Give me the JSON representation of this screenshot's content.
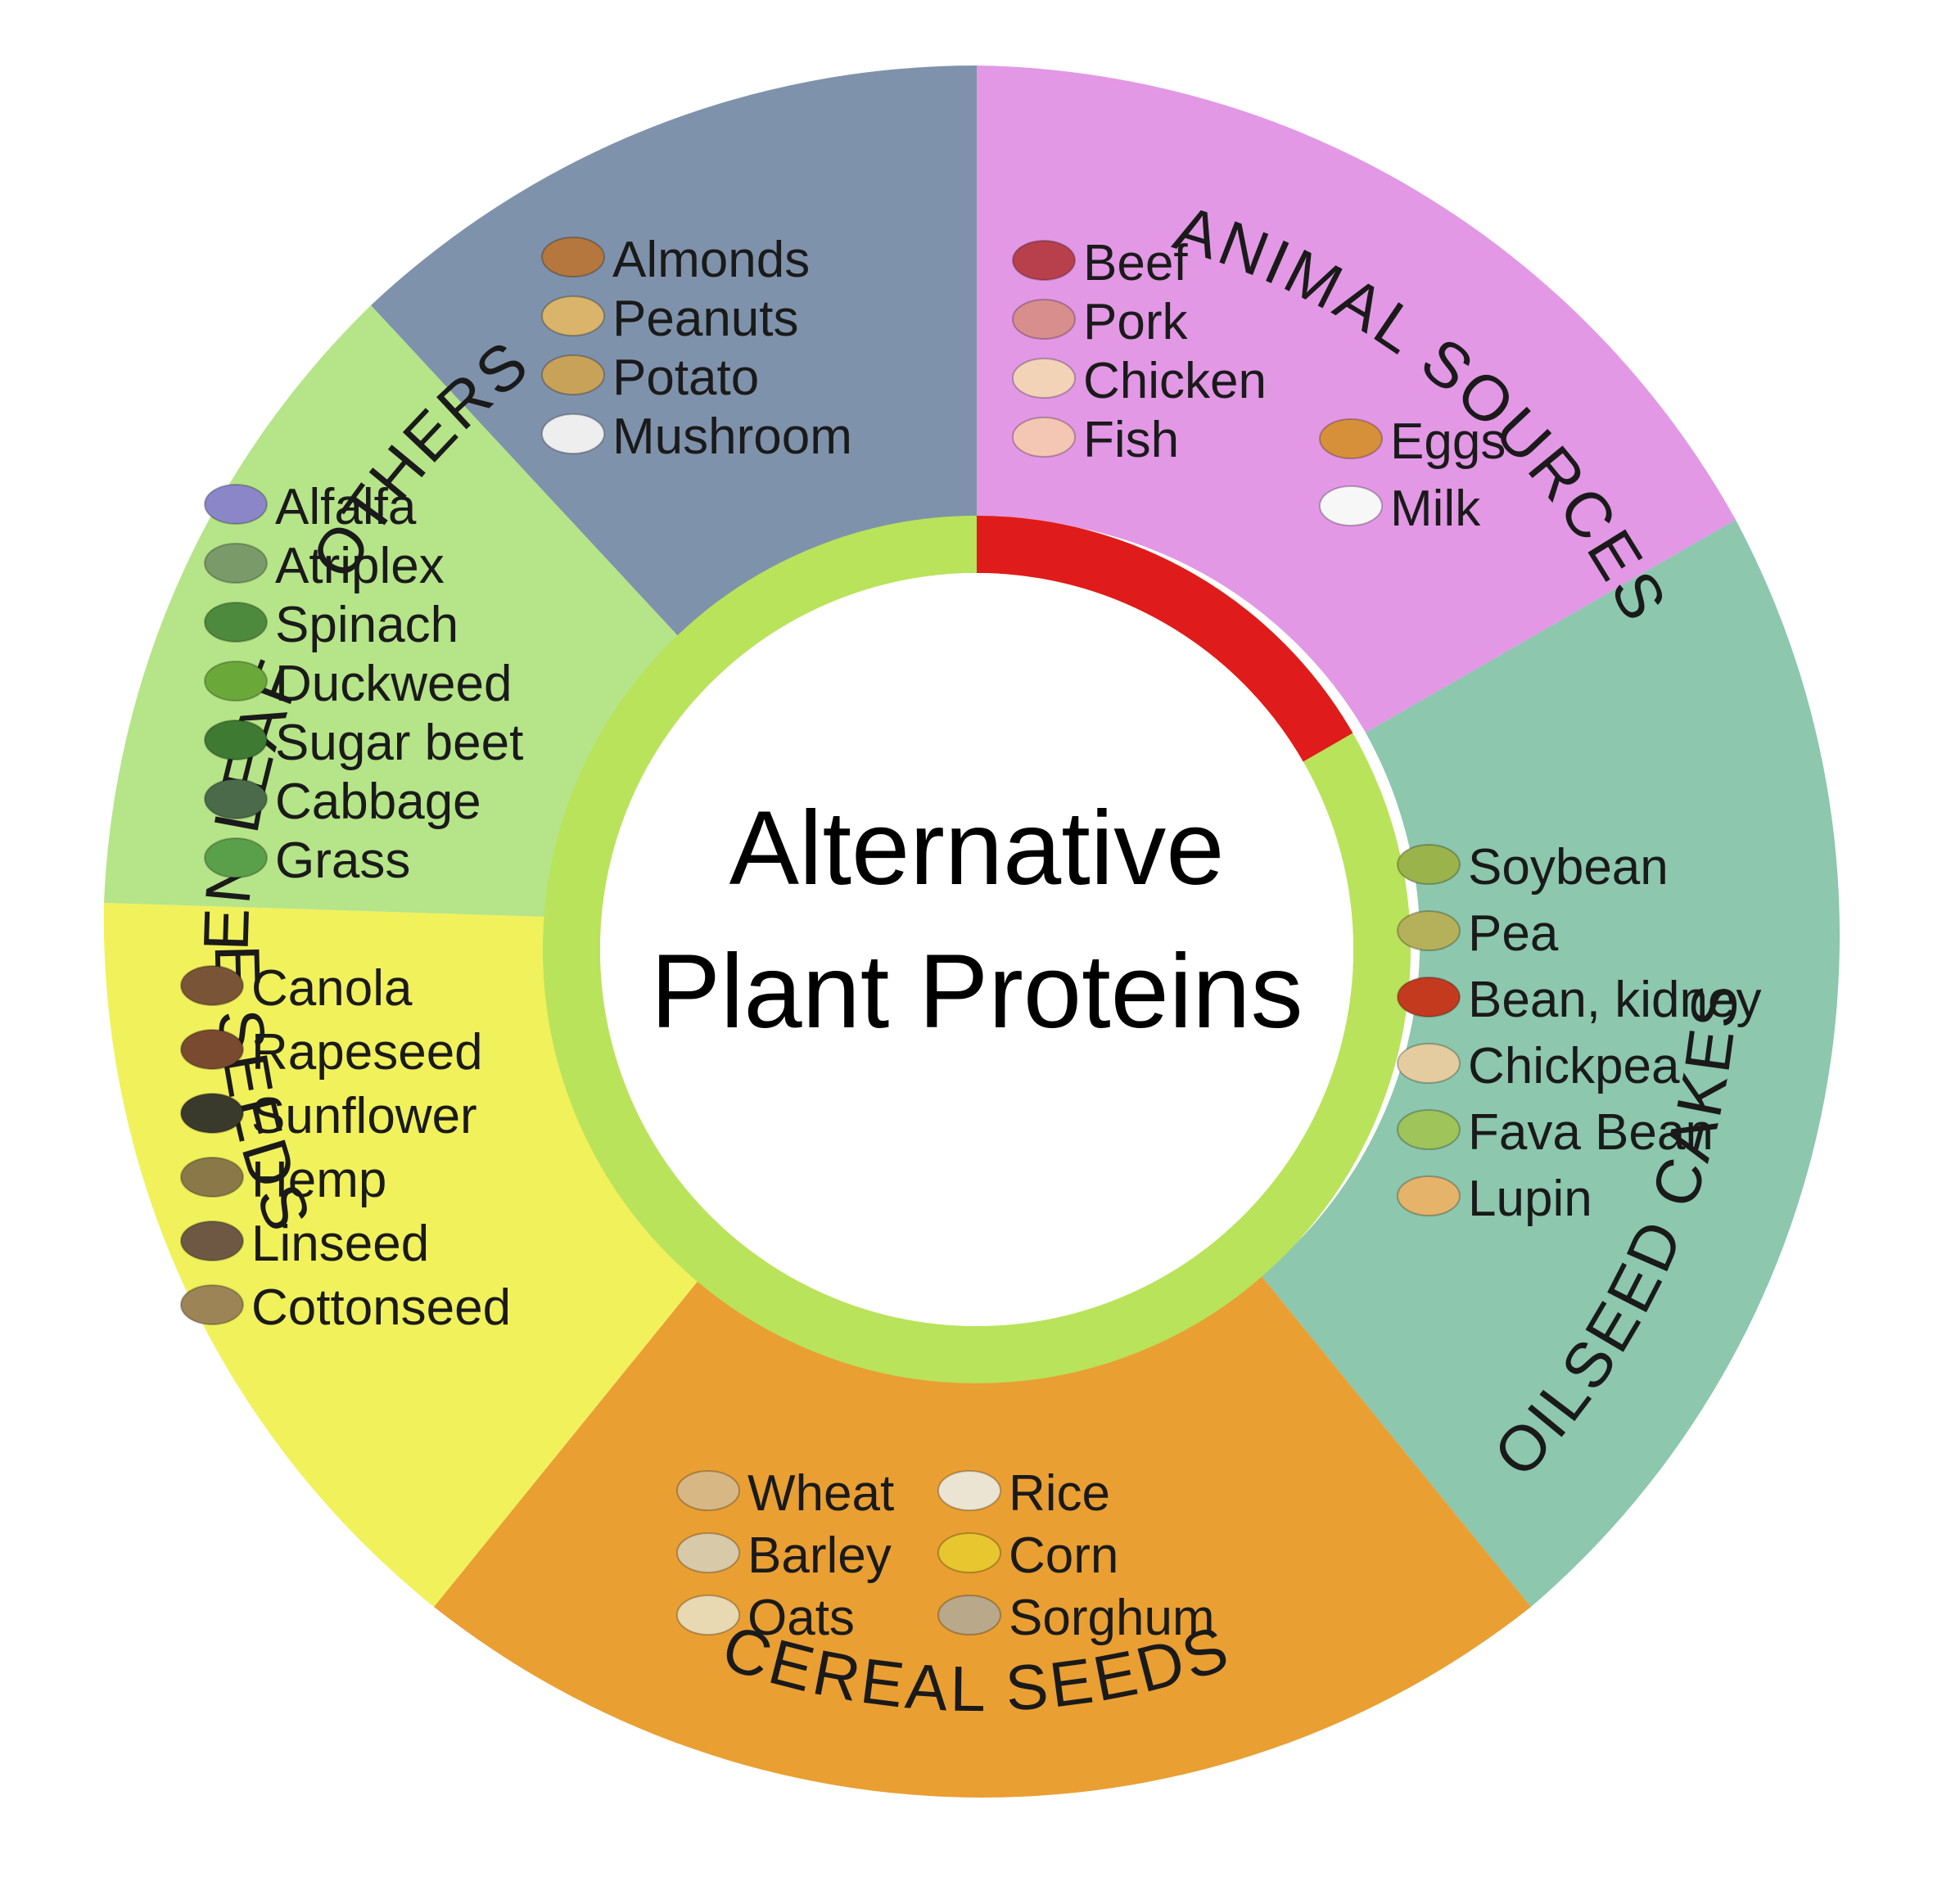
{
  "center_title": {
    "line1": "Alternative",
    "line2": "Plant Proteins"
  },
  "colors": {
    "inner_ring": "#b9e35a",
    "animal_ring": "#e01b1b",
    "others": "#7f92ab",
    "animal": "#e298e5",
    "legume": "#8cc7ae",
    "cereal": "#e99f32",
    "oilseed": "#f1f15c",
    "green_leaf": "#b6e488"
  },
  "categories": {
    "others": {
      "label": "OTHERS",
      "items": [
        "Almonds",
        "Peanuts",
        "Potato",
        "Mushroom"
      ],
      "icons": [
        "almonds-icon",
        "peanuts-icon",
        "potato-icon",
        "mushroom-icon"
      ]
    },
    "animal": {
      "label": "ANIMAL SOURCES",
      "items": [
        "Beef",
        "Pork",
        "Chicken",
        "Fish",
        "Eggs",
        "Milk"
      ],
      "icons": [
        "beef-icon",
        "pork-icon",
        "chicken-icon",
        "fish-icon",
        "eggs-icon",
        "milk-icon"
      ]
    },
    "legume": {
      "label": "LEGUME SEEDS",
      "items": [
        "Soybean",
        "Pea",
        "Bean, kidney",
        "Chickpea",
        "Fava Bean",
        "Lupin"
      ],
      "icons": [
        "soybean-icon",
        "pea-icon",
        "kidney-bean-icon",
        "chickpea-icon",
        "fava-bean-icon",
        "lupin-icon"
      ]
    },
    "cereal": {
      "label": "CEREAL SEEDS",
      "items": [
        "Wheat",
        "Barley",
        "Oats",
        "Rice",
        "Corn",
        "Sorghum"
      ],
      "icons": [
        "wheat-icon",
        "barley-icon",
        "oats-icon",
        "rice-icon",
        "corn-icon",
        "sorghum-icon"
      ]
    },
    "oilseed": {
      "label": "OILSEED CAKES",
      "items": [
        "Canola",
        "Rapeseed",
        "Sunflower",
        "Hemp",
        "Linseed",
        "Cottonseed"
      ],
      "icons": [
        "canola-icon",
        "rapeseed-icon",
        "sunflower-icon",
        "hemp-icon",
        "linseed-icon",
        "cottonseed-icon"
      ]
    },
    "green_leaf": {
      "label": "GREEN LEAF",
      "items": [
        "Alfalfa",
        "Atriplex",
        "Spinach",
        "Duckweed",
        "Sugar beet",
        "Cabbage",
        "Grass"
      ],
      "icons": [
        "alfalfa-icon",
        "atriplex-icon",
        "spinach-icon",
        "duckweed-icon",
        "sugar-beet-icon",
        "cabbage-icon",
        "grass-icon"
      ]
    }
  }
}
